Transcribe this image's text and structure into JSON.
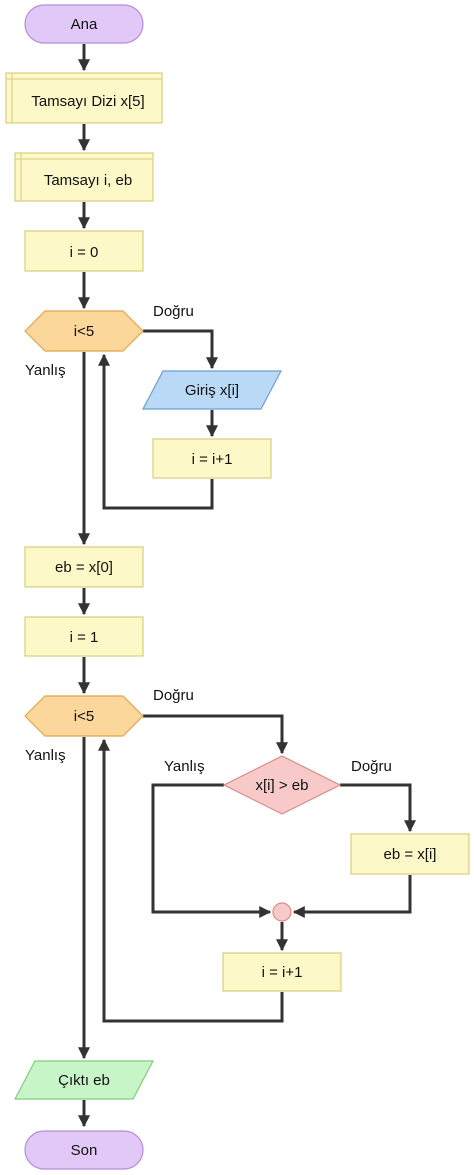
{
  "nodes": {
    "start": "Ana",
    "decl_array": "Tamsayı Dizi x[5]",
    "decl_vars": "Tamsayı i, eb",
    "init_i0": "i = 0",
    "loop1_cond": "i<5",
    "input": "Giriş x[i]",
    "inc1": "i = i+1",
    "assign_eb": "eb = x[0]",
    "init_i1": "i = 1",
    "loop2_cond": "i<5",
    "compare": "x[i] > eb",
    "assign_max": "eb = x[i]",
    "inc2": "i = i+1",
    "output": "Çıktı eb",
    "end": "Son"
  },
  "edge_labels": {
    "loop1_true": "Doğru",
    "loop1_false": "Yanlış",
    "loop2_true": "Doğru",
    "loop2_false": "Yanlış",
    "compare_false": "Yanlış",
    "compare_true": "Doğru"
  },
  "colors": {
    "process": "#fcf8c8",
    "process_border": "#d8cd7c",
    "terminal": "#e2c8f7",
    "terminal_border": "#b48fd6",
    "loop": "#fcd79b",
    "loop_border": "#e0a74c",
    "input": "#b9d9f7",
    "input_border": "#6b9fd3",
    "decision": "#f8c9c9",
    "decision_border": "#dc8a8a",
    "output": "#c8f5c8",
    "output_border": "#7ccf7c",
    "junction": "#f8c9c9",
    "edge": "#333333"
  }
}
